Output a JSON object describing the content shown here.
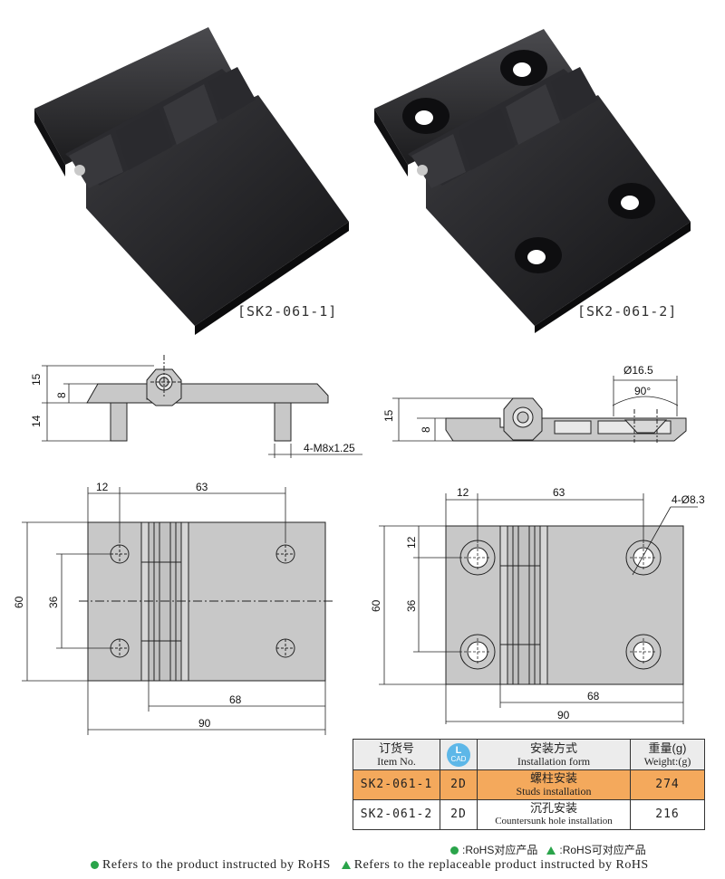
{
  "captions": {
    "product1": "[SK2-061-1]",
    "product2": "[SK2-061-2]"
  },
  "side_view_left": {
    "h1": "15",
    "h2": "8",
    "h3": "14",
    "thread": "4-M8x1.25"
  },
  "side_view_right": {
    "h1": "15",
    "h2": "8",
    "dia": "Ø16.5",
    "angle": "90°"
  },
  "top_view_left": {
    "d12": "12",
    "d63": "63",
    "d60": "60",
    "d36": "36",
    "d68": "68",
    "d90": "90"
  },
  "top_view_right": {
    "d12": "12",
    "d63": "63",
    "hole": "4-Ø8.3",
    "v12": "12",
    "d60": "60",
    "d36": "36",
    "d68": "68",
    "d90": "90"
  },
  "table": {
    "headers": {
      "item_cn": "订货号",
      "item_en": "Item No.",
      "cad_top": "L",
      "cad_label": "CAD",
      "install_cn": "安装方式",
      "install_en": "Installation form",
      "weight_cn": "重量(g)",
      "weight_en": "Weight:(g)"
    },
    "rows": [
      {
        "item": "SK2-061-1",
        "cad": "2D",
        "install_cn": "螺柱安装",
        "install_en": "Studs installation",
        "weight": "274"
      },
      {
        "item": "SK2-061-2",
        "cad": "2D",
        "install_cn": "沉孔安装",
        "install_en": "Countersunk hole installation",
        "weight": "216"
      }
    ]
  },
  "legend": {
    "rohs_cn": ":RoHS对应产品",
    "rohs_alt_cn": ":RoHS可对应产品",
    "rohs_en": "Refers to the product instructed by RoHS",
    "rohs_alt_en": "Refers to the replaceable product instructed by RoHS"
  },
  "colors": {
    "highlight": "#f4a95c",
    "green": "#2aa44a",
    "cad": "#5db7e8",
    "part": "#c8c8c8"
  }
}
